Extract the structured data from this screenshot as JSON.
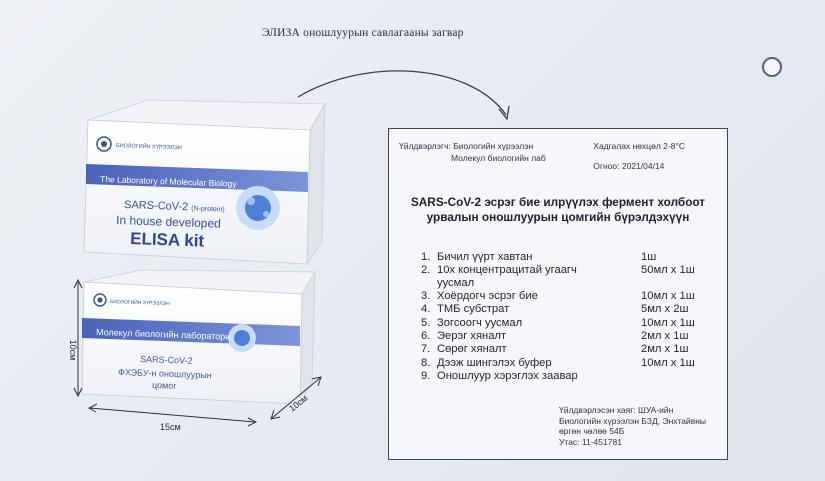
{
  "slide": {
    "title": "ЭЛИЗА оношлуурын савлагааны загвар"
  },
  "box_top": {
    "lab_logo_text": "БИОЛОГИЙН ХҮРЭЭЛЭН",
    "banner": "The Laboratory of Molecular Biology",
    "virus_name": "SARS-CoV-2",
    "virus_note": "(N-protein)",
    "line2": "In house developed",
    "product": "ELISA kit"
  },
  "box_bottom": {
    "lab_logo_text": "БИОЛОГИЙН ХҮРЭЭЛЭН",
    "banner": "Молекул биологийн лаборатори",
    "line1": "SARS-CoV-2",
    "line2": "ФХЭБУ-н оношлуурын",
    "line3": "цомог"
  },
  "dimensions": {
    "height": "10см",
    "width": "15см",
    "depth": "10см"
  },
  "label": {
    "producer_line1": "Үйлдвэрлэгч: Биологийн хүрээлэн",
    "producer_line2": "Молекул биологийн лаб",
    "storage": "Хадгалах нөхцөл 2-8°С",
    "date": "Огноо: 2021/04/14",
    "heading": "SARS-CoV-2 эсрэг бие илрүүлэх фермент холбоот урвалын оношлуурын цомгийн бүрэлдэхүүн",
    "items": [
      {
        "num": "1.",
        "name": "Бичил үүрт хавтан",
        "qty": "1ш"
      },
      {
        "num": "2.",
        "name": "10x концентрацитай угаагч уусмал",
        "qty": "50мл x 1ш"
      },
      {
        "num": "3.",
        "name": "Хоёрдогч эсрэг бие",
        "qty": "10мл x 1ш"
      },
      {
        "num": "4.",
        "name": "ТМБ субстрат",
        "qty": "5мл x 2ш"
      },
      {
        "num": "5.",
        "name": "Зогсоогч уусмал",
        "qty": "10мл x 1ш"
      },
      {
        "num": "6.",
        "name": "Эерэг хяналт",
        "qty": "2мл x 1ш"
      },
      {
        "num": "7.",
        "name": "Сөрөг хяналт",
        "qty": "2мл x 1ш"
      },
      {
        "num": "8.",
        "name": "Дээж шингэлэх буфер",
        "qty": "10мл x 1ш"
      },
      {
        "num": "9.",
        "name": "Оношлуур хэрэглэх заавар",
        "qty": ""
      }
    ],
    "footer_line1": "Үйлдвэрлэсэн хаяг: ШУА-ийн",
    "footer_line2": "Биологийн хүрээлэн БЗД, Энхтайвны",
    "footer_line3": "өргөн чөлөө 54Б",
    "footer_line4": "Утас: 11-451781"
  }
}
